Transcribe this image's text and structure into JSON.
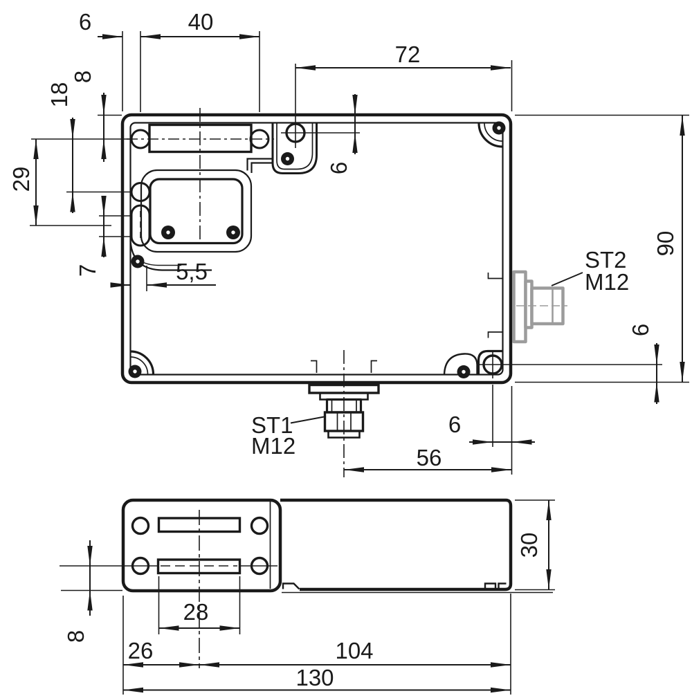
{
  "meta": {
    "kind": "technical-dimension-drawing",
    "units": "mm"
  },
  "colors": {
    "ink": "#1a1a1a",
    "connector_gray": "#9c9c9c",
    "background": "#ffffff"
  },
  "top_view": {
    "dims": {
      "d6_edge_hole": "6",
      "d40": "40",
      "d72": "72",
      "d8": "8",
      "d18": "18",
      "d29": "29",
      "d7": "7",
      "d5_5": "5,5",
      "d6_top": "6",
      "d90": "90",
      "d6_right": "6",
      "d56": "56",
      "d6_bottom": "6"
    },
    "connectors": {
      "st2": {
        "name": "ST2",
        "thread": "M12"
      },
      "st1": {
        "name": "ST1",
        "thread": "M12"
      }
    }
  },
  "bottom_view": {
    "dims": {
      "d28": "28",
      "d26": "26",
      "d104": "104",
      "d130": "130",
      "d8": "8",
      "d30": "30"
    }
  }
}
